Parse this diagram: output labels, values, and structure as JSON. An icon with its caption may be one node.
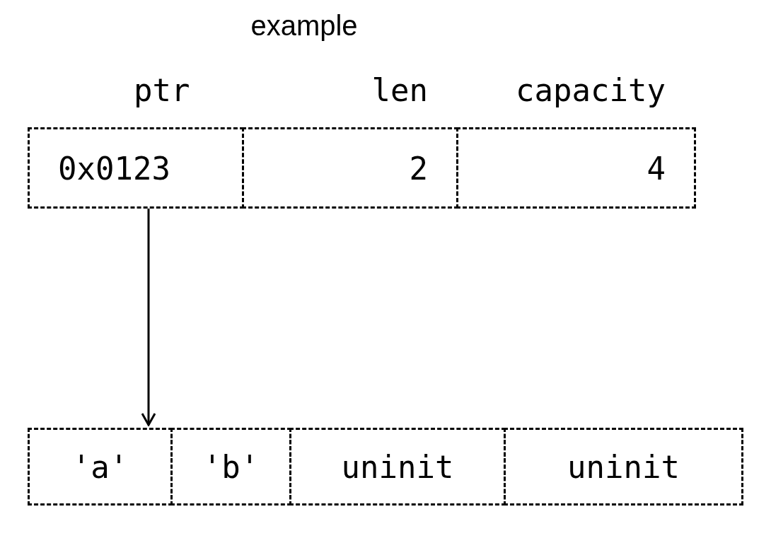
{
  "diagram": {
    "title": "example",
    "nodes": [
      {
        "text": [
          "0x0123"
        ],
        "beside": [
          "ptr"
        ]
      },
      {
        "text": [
          "2"
        ],
        "beside": [
          "len"
        ]
      },
      {
        "text": [
          "4"
        ],
        "beside": [
          "capacity"
        ]
      },
      {
        "text": [
          "'a'"
        ]
      },
      {
        "text": [
          "'b'"
        ]
      },
      {
        "text": [
          "uninit"
        ]
      },
      {
        "text": [
          "uninit"
        ]
      }
    ],
    "edges": [
      {
        "from": 0,
        "to": 3,
        "arrow": "to"
      }
    ]
  }
}
